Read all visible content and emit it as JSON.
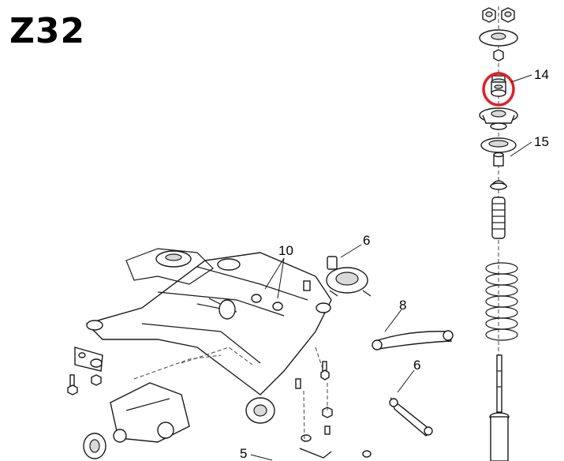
{
  "title": "Z32",
  "callouts": {
    "c14": "14",
    "c15": "15",
    "c10": "10",
    "c6a": "6",
    "c8": "8",
    "c6b": "6",
    "c5": "5"
  },
  "highlight_color": "#e0202a"
}
